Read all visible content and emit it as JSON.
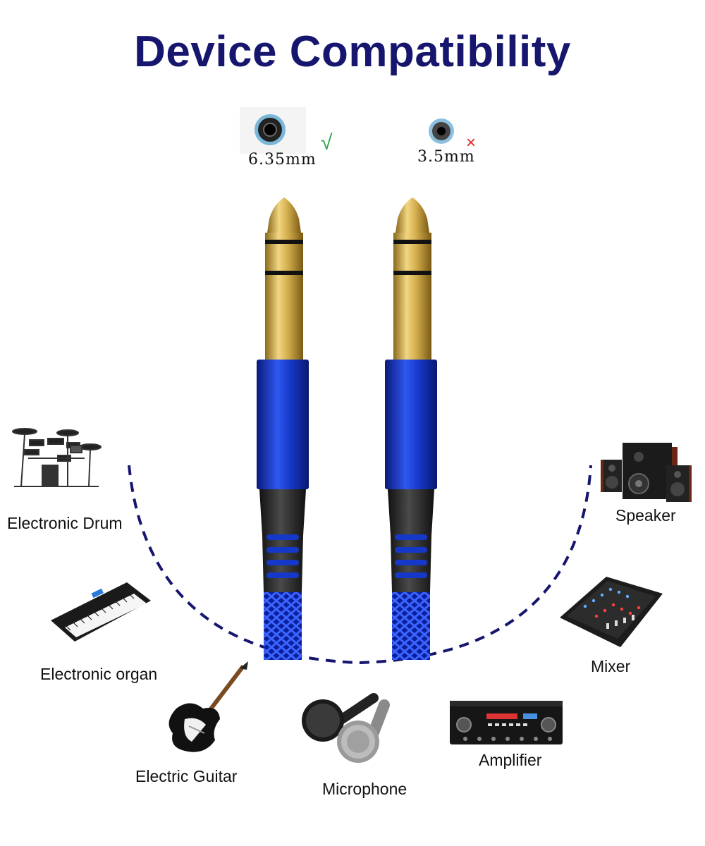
{
  "title": "Device Compatibility",
  "jacks": [
    {
      "size": "6.35mm",
      "status_icon": "check-icon",
      "status": "√",
      "status_color": "#2fa14a"
    },
    {
      "size": "3.5mm",
      "status_icon": "cross-icon",
      "status": "×",
      "status_color": "#e02020"
    }
  ],
  "devices": {
    "electronic_drum": "Electronic Drum",
    "electronic_organ": "Electronic organ",
    "electric_guitar": "Electric Guitar",
    "microphone": "Microphone",
    "amplifier": "Amplifier",
    "mixer": "Mixer",
    "speaker": "Speaker"
  },
  "colors": {
    "title": "#16166e",
    "cable_blue": "#1434c8",
    "gold": "#c9a640",
    "arc": "#16166e"
  }
}
